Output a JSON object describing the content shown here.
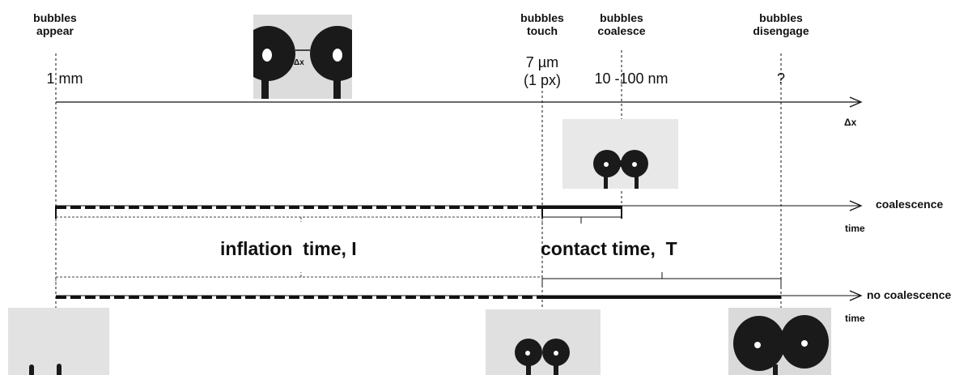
{
  "events": {
    "appear": [
      "bubbles",
      "appear"
    ],
    "touch": [
      "bubbles",
      "touch"
    ],
    "coalesce": [
      "bubbles",
      "coalesce"
    ],
    "disengage": [
      "bubbles",
      "disengage"
    ]
  },
  "distances": {
    "appear": "1 mm",
    "touch_line1": "7 µm",
    "touch_line2": "(1 px)",
    "coalesce": "10 -100 nm",
    "disengage": "?"
  },
  "axes": {
    "dx": "Δx",
    "coalescence": "coalescence",
    "no_coalescence": "no coalescence",
    "time_1": "time",
    "time_2": "time"
  },
  "periods": {
    "inflation": "inflation  time, I",
    "contact": "contact time,  T"
  },
  "photo_dx_label": "Δx",
  "colors": {
    "ink": "#111111",
    "photo_bg": "#e6e6e6",
    "bubble": "#1a1a1a"
  }
}
